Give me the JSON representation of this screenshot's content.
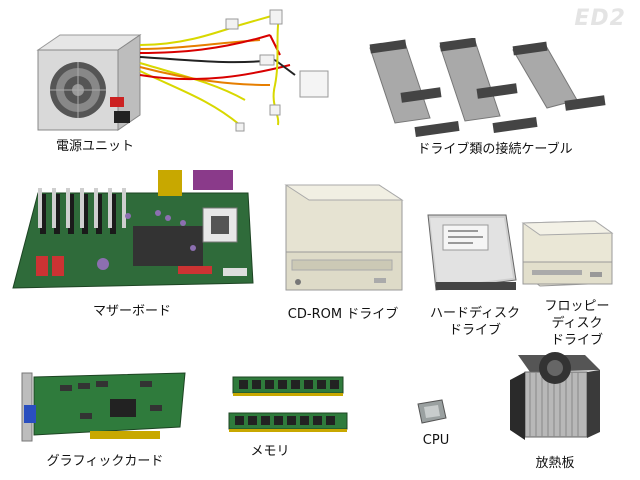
{
  "logo": "ED2",
  "components": [
    {
      "id": "psu",
      "icon": "power-supply-icon",
      "label": "電源ユニット"
    },
    {
      "id": "cables",
      "icon": "ribbon-cable-icon",
      "label": "ドライブ類の接続ケーブル"
    },
    {
      "id": "motherboard",
      "icon": "motherboard-icon",
      "label": "マザーボード"
    },
    {
      "id": "cdrom",
      "icon": "cd-rom-drive-icon",
      "label": "CD-ROM ドライブ"
    },
    {
      "id": "hdd",
      "icon": "hard-disk-icon",
      "label_lines": [
        "ハードディスク",
        "ドライブ"
      ]
    },
    {
      "id": "fdd",
      "icon": "floppy-drive-icon",
      "label_lines": [
        "フロッピー",
        "ディスク",
        "ドライブ"
      ]
    },
    {
      "id": "gpu",
      "icon": "graphics-card-icon",
      "label": "グラフィックカード"
    },
    {
      "id": "memory",
      "icon": "memory-module-icon",
      "label": "メモリ"
    },
    {
      "id": "cpu",
      "icon": "cpu-icon",
      "label": "CPU"
    },
    {
      "id": "heatsink",
      "icon": "heatsink-icon",
      "label": "放熱板"
    }
  ]
}
